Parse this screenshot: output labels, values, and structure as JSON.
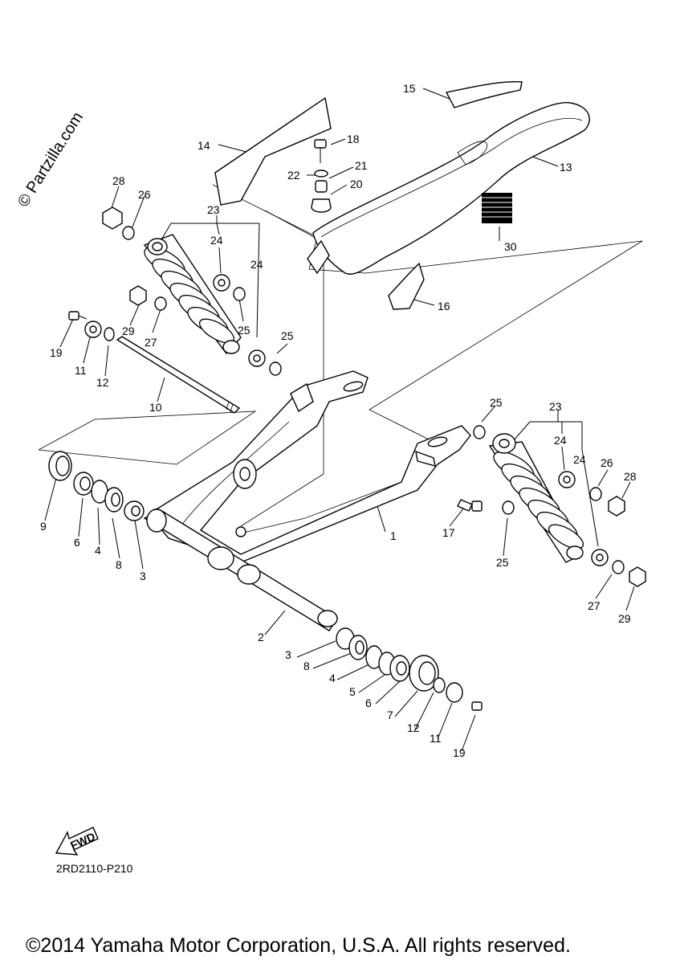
{
  "watermark": "© Partzilla.com",
  "diagram_code": "2RD2110-P210",
  "copyright": "©2014 Yamaha Motor Corporation, U.S.A. All rights reserved.",
  "fwd_label": "FWD",
  "callouts": {
    "c1": "1",
    "c2": "2",
    "c3a": "3",
    "c3b": "3",
    "c4a": "4",
    "c4b": "4",
    "c5": "5",
    "c6a": "6",
    "c6b": "6",
    "c7": "7",
    "c8a": "8",
    "c8b": "8",
    "c9": "9",
    "c10": "10",
    "c11a": "11",
    "c11b": "11",
    "c12a": "12",
    "c12b": "12",
    "c13": "13",
    "c14": "14",
    "c15": "15",
    "c16": "16",
    "c17": "17",
    "c18": "18",
    "c19a": "19",
    "c19b": "19",
    "c20": "20",
    "c21": "21",
    "c22": "22",
    "c23a": "23",
    "c23b": "23",
    "c24a": "24",
    "c24b": "24",
    "c24c": "24",
    "c24d": "24",
    "c25a": "25",
    "c25b": "25",
    "c25c": "25",
    "c25d": "25",
    "c26a": "26",
    "c26b": "26",
    "c27a": "27",
    "c27b": "27",
    "c28a": "28",
    "c28b": "28",
    "c29a": "29",
    "c29b": "29",
    "c30": "30"
  }
}
